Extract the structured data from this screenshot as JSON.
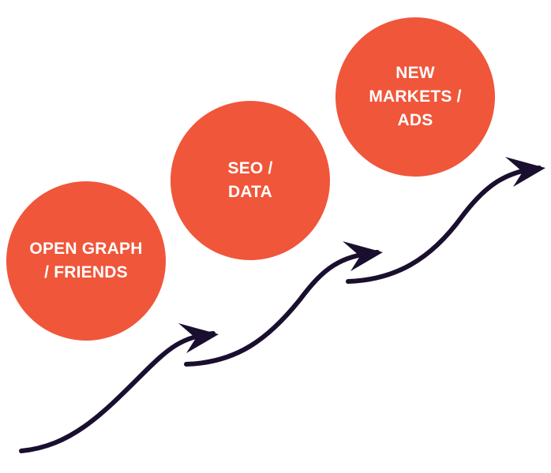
{
  "colors": {
    "circle_fill": "#f0563a",
    "arrow_stroke": "#1a0f2e",
    "background": "#ffffff",
    "text": "#ffffff"
  },
  "steps": [
    {
      "lines": [
        "OPEN GRAPH",
        "/ FRIENDS"
      ]
    },
    {
      "lines": [
        "SEO /",
        "DATA"
      ]
    },
    {
      "lines": [
        "NEW",
        "MARKETS /",
        "ADS"
      ]
    }
  ],
  "arrow_icon": "curved-arrow-icon"
}
